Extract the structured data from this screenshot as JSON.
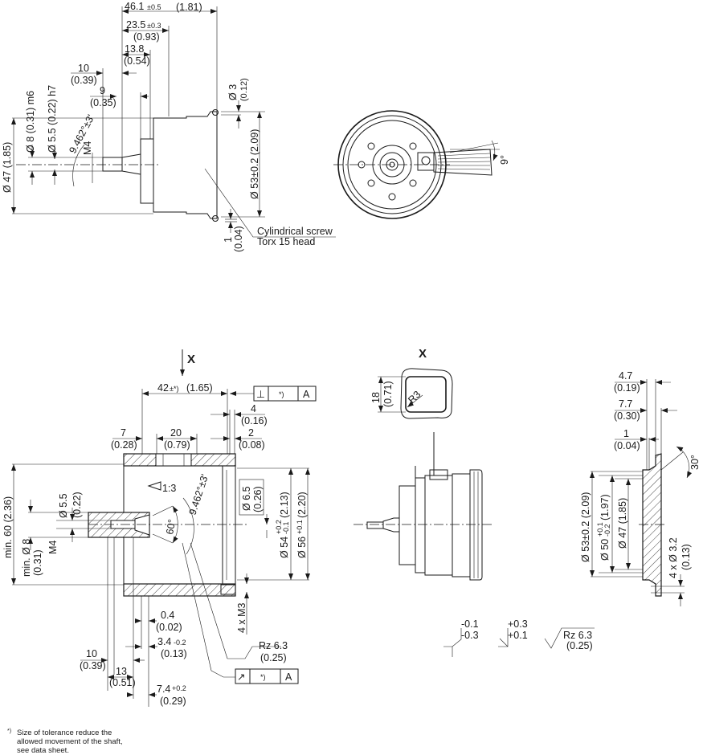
{
  "top_side_view": {
    "d46": {
      "main": "46.1",
      "tol": "±0.5",
      "inch": "(1.81)"
    },
    "d23": {
      "main": "23.5",
      "tol": "±0.3",
      "inch": "(0.93)"
    },
    "d13": {
      "main": "13.8",
      "inch": "(0.54)"
    },
    "d10": {
      "main": "10",
      "inch": "(0.39)"
    },
    "d9": {
      "main": "9",
      "inch": "(0.35)"
    },
    "dia47": "Ø 47 (1.85)",
    "dia8": "Ø 8 (0.31) m6",
    "dia55": "Ø 5.5 (0.22) h7",
    "angle": "9.462°±3'",
    "thread": "M4",
    "dia3": {
      "main": "Ø 3",
      "inch": "(0.12)"
    },
    "dia53": "Ø 53±0.2 (2.09)",
    "d1": {
      "main": "1",
      "inch": "(0.04)"
    },
    "screw_note": [
      "Cylindrical screw",
      "Torx 15 head"
    ]
  },
  "top_front_view": {
    "cable_angle": "9°"
  },
  "mating_view": {
    "view_arrow_label": "X",
    "d42": {
      "main": "42",
      "tol": "±*)",
      "inch": "(1.65)"
    },
    "perp_frame": {
      "symbol": "⊥",
      "tol": "*)",
      "datum": "A"
    },
    "d4": {
      "main": "4",
      "inch": "(0.16)"
    },
    "d7": {
      "main": "7",
      "inch": "(0.28)"
    },
    "d20": {
      "main": "20",
      "inch": "(0.79)"
    },
    "d2": {
      "main": "2",
      "inch": "(0.08)"
    },
    "min60": "min. 60 (2.36)",
    "dia55": {
      "main": "Ø 5.5",
      "inch": "(0.22)"
    },
    "thread": "M4",
    "min8": {
      "main": "min. Ø 8",
      "inch": "(0.31)"
    },
    "taper": "1:3",
    "angle": "9.462°±3'",
    "cone": "60°",
    "dia65": {
      "main": "Ø 6.5",
      "inch": "(0.26)"
    },
    "dia54": {
      "main": "Ø 54",
      "tol_up": "+0.2",
      "tol_dn": "-0.1",
      "inch": "(2.13)"
    },
    "dia56": {
      "main": "Ø 56",
      "tol": "+0.1",
      "inch": "(2.20)"
    },
    "m3": "4 x M3",
    "d04": {
      "main": "0.4",
      "inch": "(0.02)"
    },
    "d34": {
      "main": "3.4",
      "tol": "-0.2",
      "inch": "(0.13)"
    },
    "d10": {
      "main": "10",
      "inch": "(0.39)"
    },
    "d13": {
      "main": "13",
      "inch": "(0.51)"
    },
    "d74": {
      "main": "7.4",
      "tol": "+0.2",
      "inch": "(0.29)"
    },
    "roughness": {
      "main": "Rz 6.3",
      "inch": "(0.25)"
    },
    "runout_frame": {
      "symbol": "↗",
      "tol": "*)",
      "datum": "A"
    }
  },
  "view_x": {
    "title": "X",
    "d18": {
      "main": "18",
      "inch": "(0.71)"
    },
    "radius": "R3"
  },
  "flange_view": {
    "d47": {
      "main": "4.7",
      "inch": "(0.19)"
    },
    "d77": {
      "main": "7.7",
      "inch": "(0.30)"
    },
    "d1": {
      "main": "1",
      "inch": "(0.04)"
    },
    "angle": "30°",
    "dia53": "Ø 53±0.2 (2.09)",
    "dia50": {
      "main": "Ø 50",
      "tol_up": "+0.1",
      "tol_dn": "-0.2",
      "inch": "(1.97)"
    },
    "dia47": "Ø 47 (1.85)",
    "holes": {
      "main": "4 x Ø 3.2",
      "inch": "(0.13)"
    }
  },
  "symbols": {
    "edge1": {
      "top": "-0.1",
      "bottom": "-0.3"
    },
    "edge2": {
      "top": "+0.3",
      "bottom": "+0.1"
    },
    "roughness": {
      "main": "Rz 6.3",
      "inch": "(0.25)"
    }
  },
  "footnote": {
    "marker": "*)",
    "lines": [
      "Size of tolerance reduce the",
      "allowed movement of the shaft,",
      "see data sheet."
    ]
  }
}
